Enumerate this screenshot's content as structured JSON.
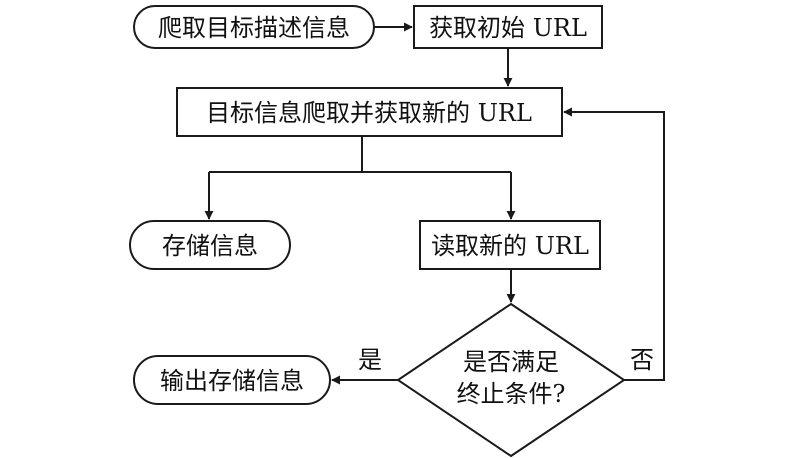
{
  "nodes": {
    "start": "爬取目标描述信息",
    "get_initial_url": "获取初始 URL",
    "crawl_target": "目标信息爬取并获取新的 URL",
    "store_info": "存储信息",
    "read_new_url": "读取新的 URL",
    "decision_line1": "是否满足",
    "decision_line2": "终止条件?",
    "output_info": "输出存储信息"
  },
  "edges": {
    "yes": "是",
    "no": "否"
  }
}
